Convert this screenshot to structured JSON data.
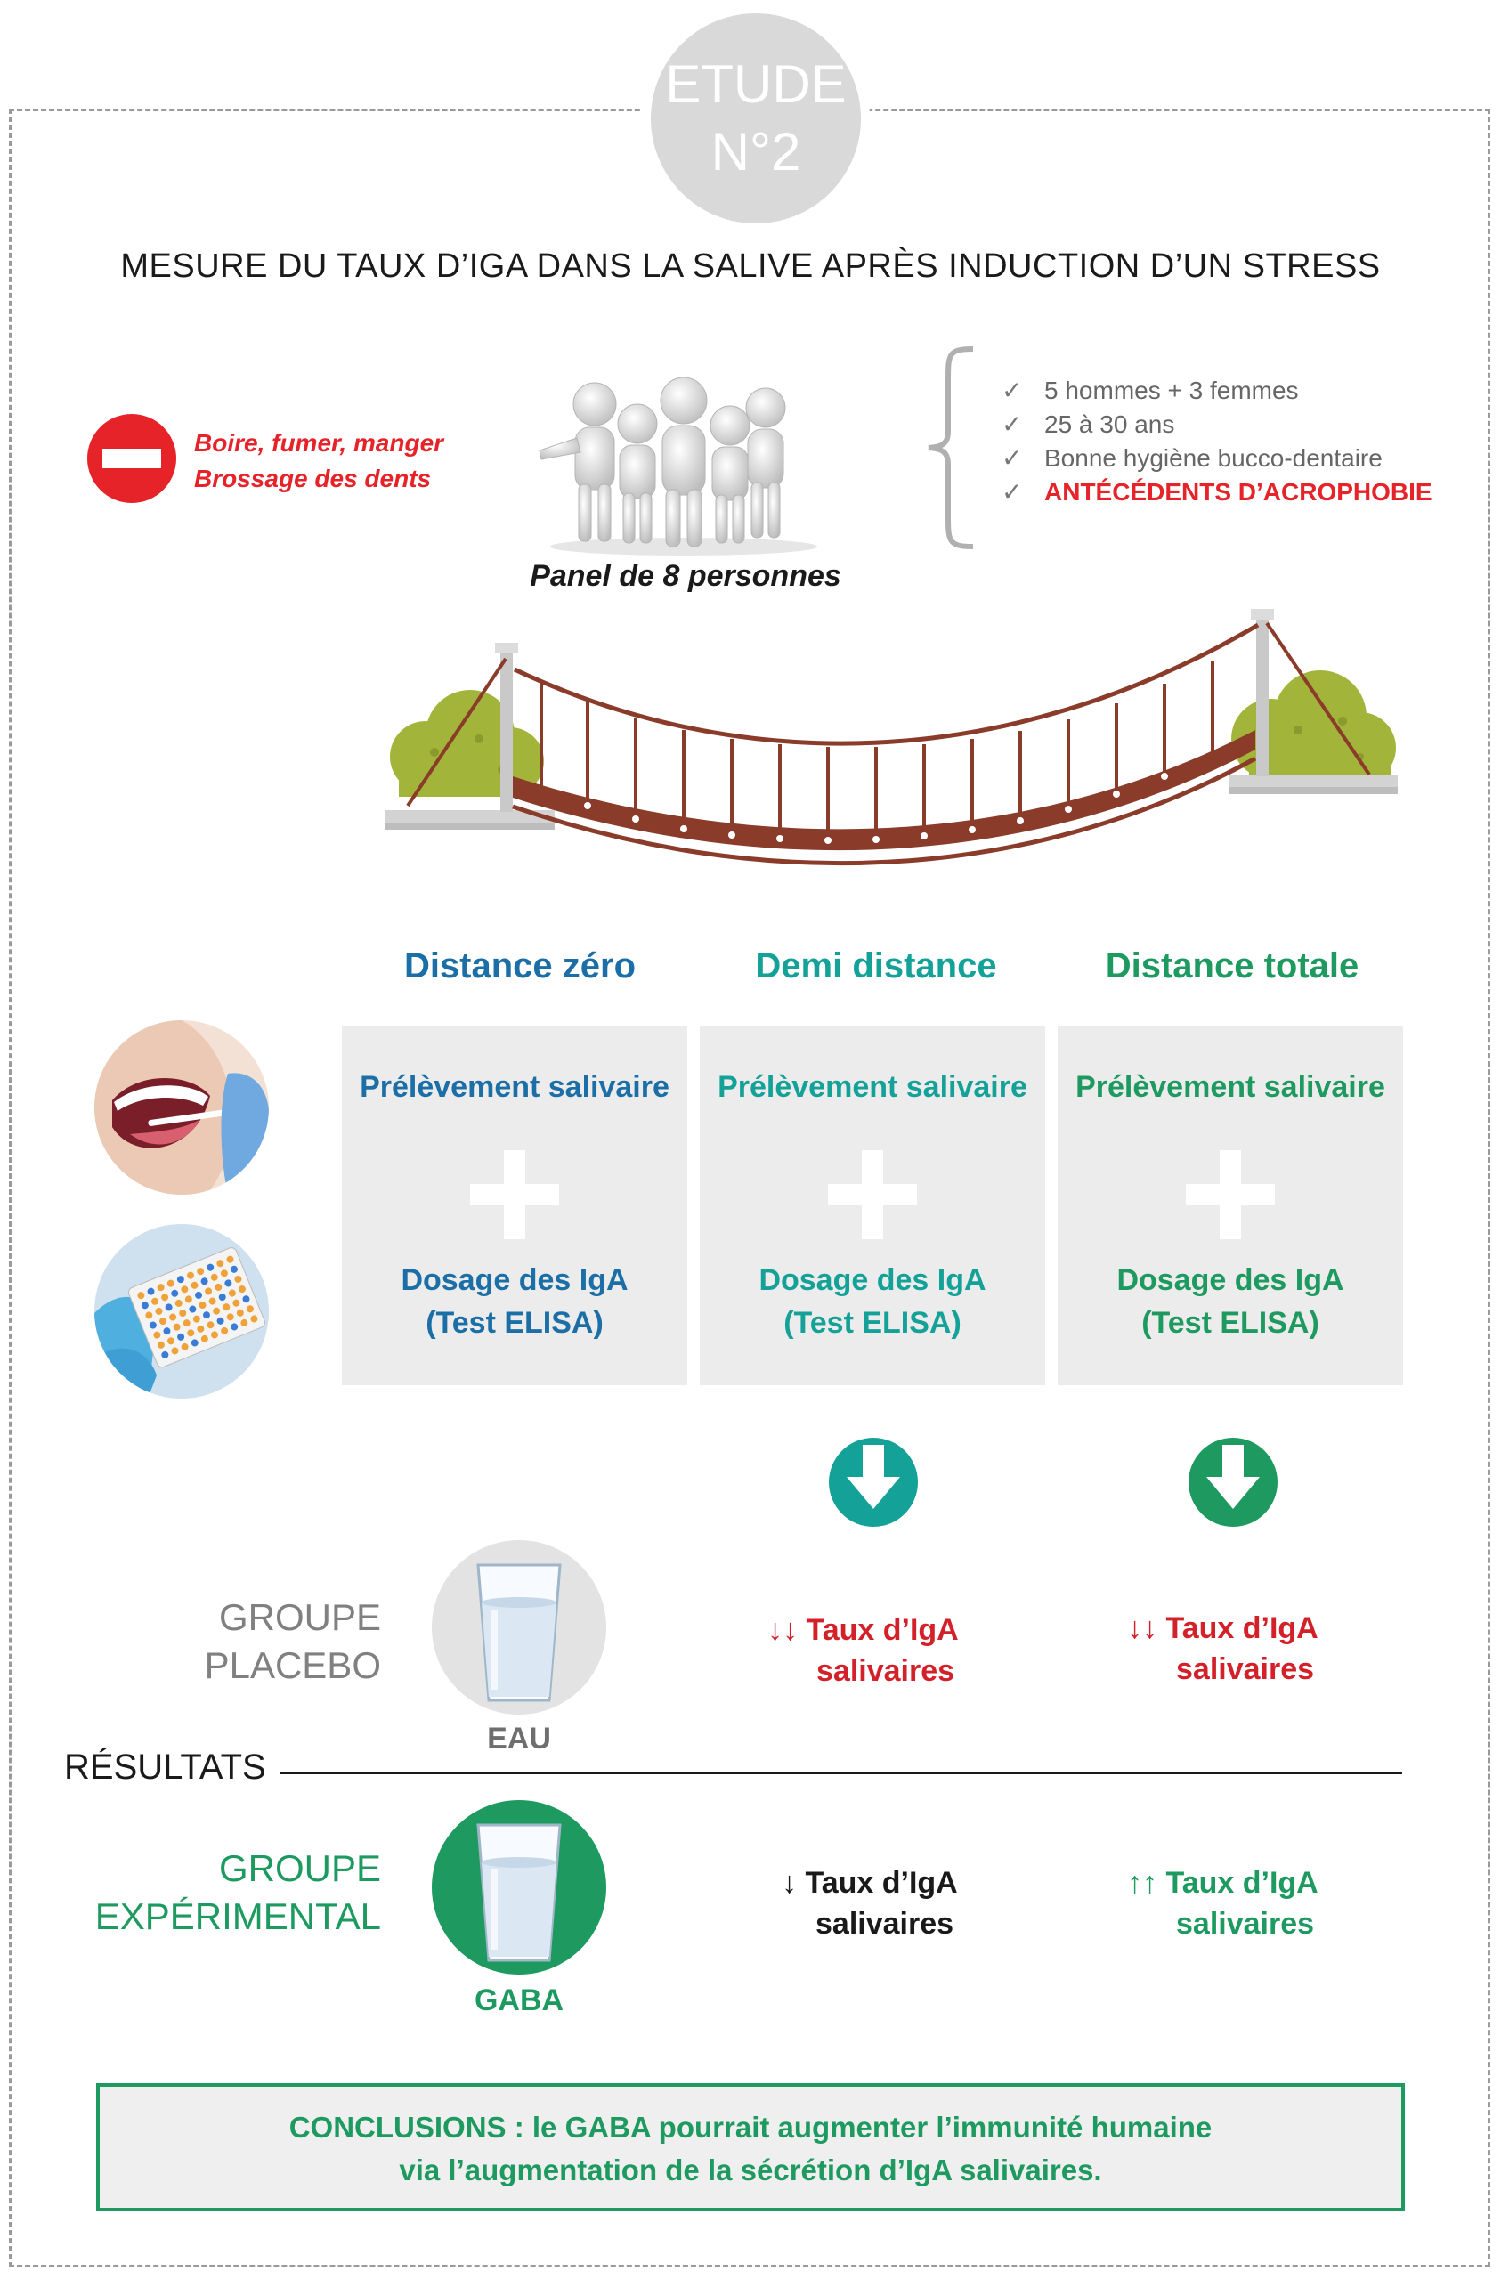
{
  "badge": {
    "line1": "ETUDE",
    "line2": "N°2"
  },
  "title": "MESURE DU TAUX D’IGA DANS LA SALIVE APRÈS INDUCTION D’UN STRESS",
  "restrictions": {
    "line1": "Boire, fumer, manger",
    "line2": "Brossage des dents"
  },
  "panel_caption": "Panel de 8 personnes",
  "criteria": [
    {
      "text": "5 hommes + 3 femmes",
      "highlight": false
    },
    {
      "text": "25 à 30 ans",
      "highlight": false
    },
    {
      "text": "Bonne hygiène bucco-dentaire",
      "highlight": false
    },
    {
      "text": "ANTÉCÉDENTS D’ACROPHOBIE",
      "highlight": true
    }
  ],
  "check_glyph": "✓",
  "columns": [
    {
      "heading": "Distance zéro",
      "sample": "Prélèvement salivaire",
      "assay_line1": "Dosage des IgA",
      "assay_line2": "(Test ELISA)",
      "color": "#1c6fa6"
    },
    {
      "heading": "Demi distance",
      "sample": "Prélèvement salivaire",
      "assay_line1": "Dosage des IgA",
      "assay_line2": "(Test ELISA)",
      "color": "#13a198"
    },
    {
      "heading": "Distance totale",
      "sample": "Prélèvement salivaire",
      "assay_line1": "Dosage des IgA",
      "assay_line2": "(Test ELISA)",
      "color": "#1e9a61"
    }
  ],
  "groups": {
    "placebo": {
      "line1": "GROUPE",
      "line2": "PLACEBO",
      "glass_label": "EAU",
      "color": "#808080"
    },
    "experimental": {
      "line1": "GROUPE",
      "line2": "EXPÉRIMENTAL",
      "glass_label": "GABA",
      "color": "#1e9a61"
    }
  },
  "results_label": "RÉSULTATS",
  "results": {
    "placebo_half": {
      "arrows": "↓↓",
      "line1": "Taux d’IgA",
      "line2": "salivaires",
      "color": "#d3212a"
    },
    "placebo_total": {
      "arrows": "↓↓",
      "line1": "Taux d’IgA",
      "line2": "salivaires",
      "color": "#d3212a"
    },
    "experimental_half": {
      "arrows": "↓",
      "line1": "Taux d’IgA",
      "line2": "salivaires",
      "color": "#1a1a1a"
    },
    "experimental_total": {
      "arrows": "↑↑",
      "line1": "Taux d’IgA",
      "line2": "salivaires",
      "color": "#1e9a61"
    }
  },
  "conclusion": {
    "line1": "CONCLUSIONS : le GABA pourrait augmenter l’immunité humaine",
    "line2": "via l’augmentation de la sécrétion d’IgA salivaires."
  }
}
